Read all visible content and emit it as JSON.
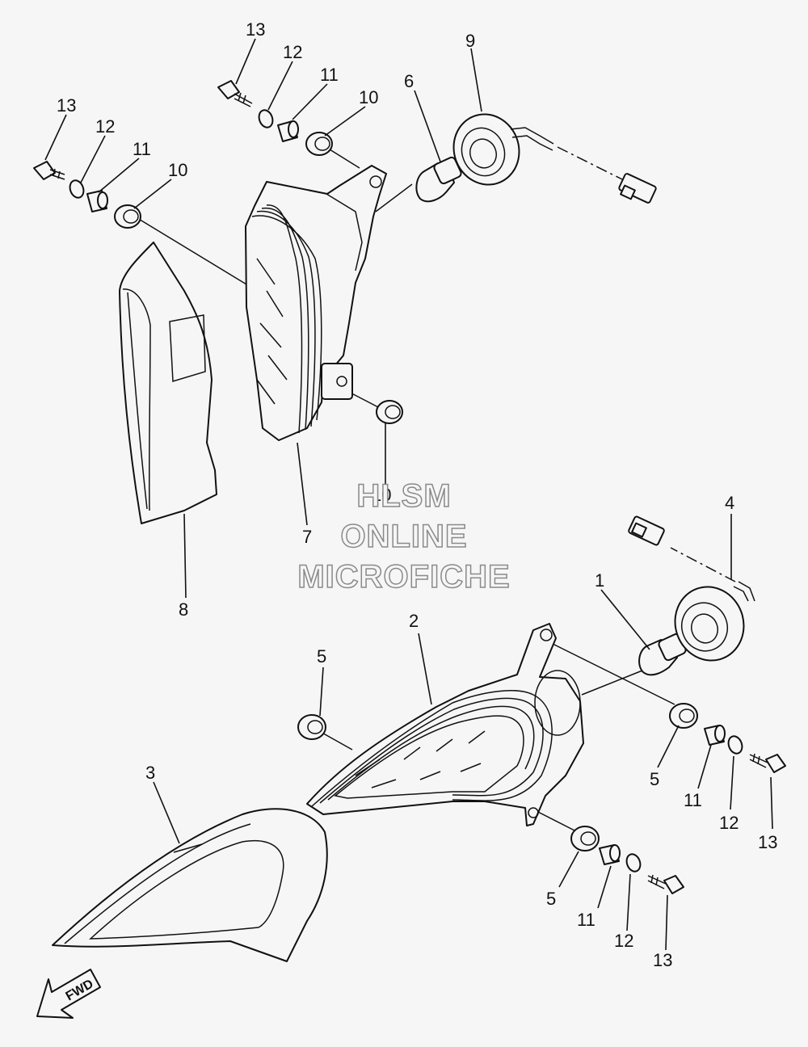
{
  "watermark": {
    "line1": "HLSM",
    "line2": "ONLINE",
    "line3": "MICROFICHE"
  },
  "direction_arrow": "FWD",
  "callouts": {
    "c1": "1",
    "c2": "2",
    "c3": "3",
    "c4": "4",
    "c5a": "5",
    "c5b": "5",
    "c6": "6",
    "c7": "7",
    "c8": "8",
    "c9": "9",
    "c10a": "10",
    "c10b": "10",
    "c10c": "10",
    "c11a": "11",
    "c11b": "11",
    "c11c": "11",
    "c11d": "11",
    "c12a": "12",
    "c12b": "12",
    "c12c": "12",
    "c12d": "12",
    "c13a": "13",
    "c13b": "13",
    "c13c": "13",
    "c13d": "13"
  }
}
